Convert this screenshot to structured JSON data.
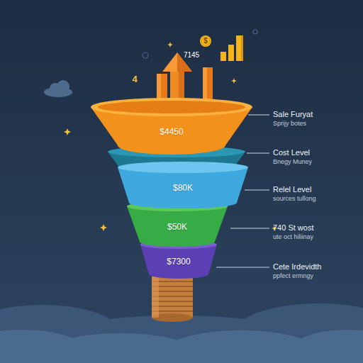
{
  "diagram": {
    "nodes": [
      {
        "text": [
          "$4450"
        ]
      },
      {
        "text": [
          "$80K"
        ]
      },
      {
        "text": [
          "$50K"
        ]
      },
      {
        "text": [
          "$7300"
        ]
      }
    ],
    "labels": [
      "$",
      "7145",
      "4",
      "Sale Furyat",
      "Sprijy botes",
      "Cost Level",
      "Bnegy Muney",
      "Relel Level",
      "sources tullong",
      "740 St wost",
      "ute oct hiliinay",
      "Cete Irdevidth",
      "ppfect ermngy"
    ]
  }
}
